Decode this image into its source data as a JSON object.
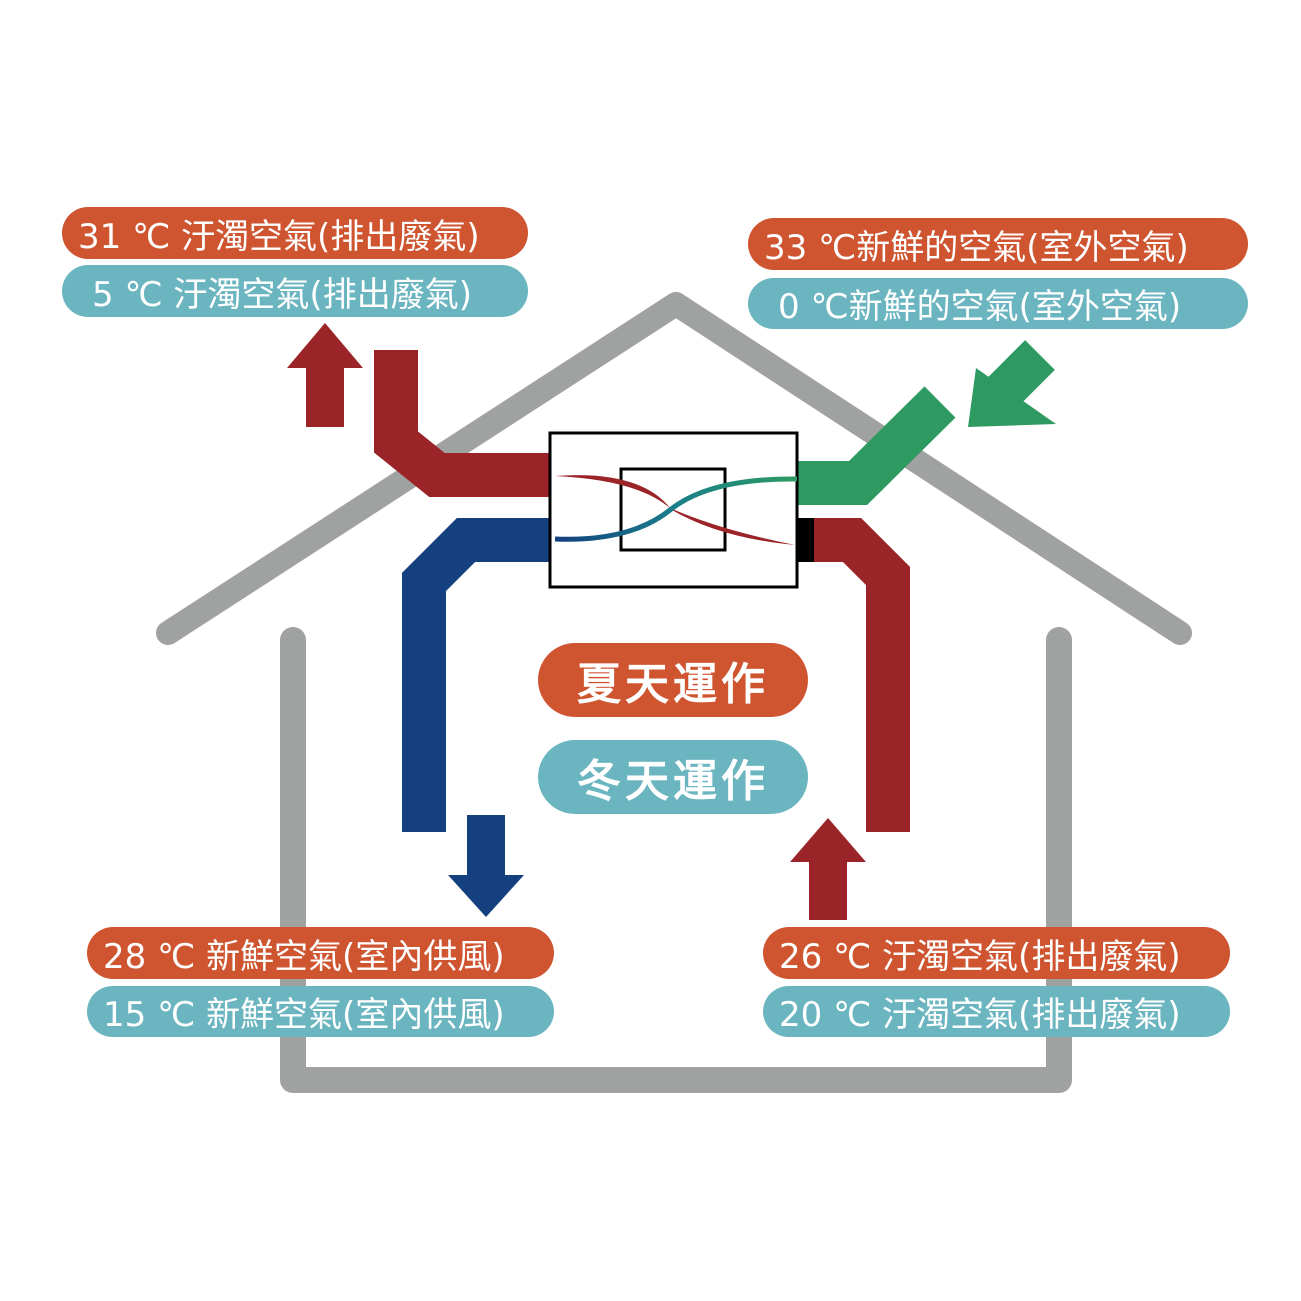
{
  "colors": {
    "summer": "#cf5530",
    "winter": "#6bb5c0",
    "warm_air": "#9b2428",
    "cool_air": "#15407f",
    "fresh_air": "#2e9a62",
    "house": "#a0a1a1"
  },
  "labels": {
    "top_left": {
      "summer": "31 ℃ 汙濁空氣(排出廢氣)",
      "winter": "5 ℃ 汙濁空氣(排出廢氣)"
    },
    "top_right": {
      "summer": "33 ℃新鮮的空氣(室外空氣)",
      "winter": "0 ℃新鮮的空氣(室外空氣)"
    },
    "bottom_left": {
      "summer": "28 ℃ 新鮮空氣(室內供風)",
      "winter": "15 ℃ 新鮮空氣(室內供風)"
    },
    "bottom_right": {
      "summer": "26 ℃ 汙濁空氣(排出廢氣)",
      "winter": "20 ℃ 汙濁空氣(排出廢氣)"
    }
  },
  "legend": {
    "summer": "夏天運作",
    "winter": "冬天運作"
  }
}
